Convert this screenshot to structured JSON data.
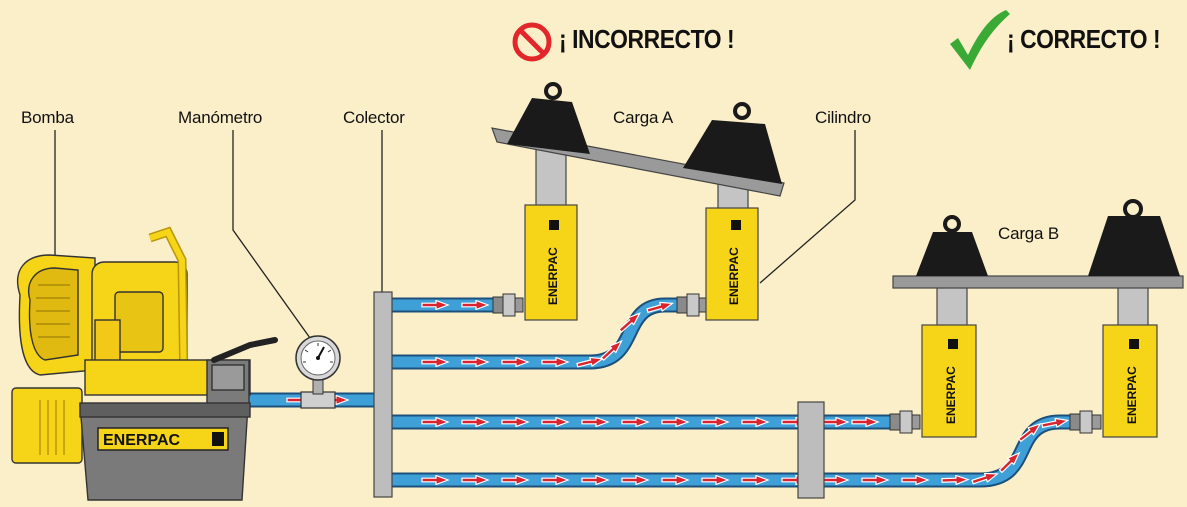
{
  "verdicts": {
    "incorrect": "¡ INCORRECTO !",
    "correct": "¡ CORRECTO !"
  },
  "labels": {
    "pump": "Bomba",
    "gauge": "Manómetro",
    "manifold": "Colector",
    "load_a": "Carga A",
    "cylinder": "Cilindro",
    "load_b": "Carga B"
  },
  "brand": "ENERPAC",
  "colors": {
    "background": "#fbefc9",
    "yellow": "#f6d417",
    "hose": "#3fa0d8",
    "flow_arrow": "#d9232e",
    "prohibited": "#e3262a",
    "check": "#3aa935",
    "weight": "#1a1a1a"
  },
  "icons": {
    "incorrect": "prohibited-icon",
    "correct": "checkmark-icon"
  }
}
